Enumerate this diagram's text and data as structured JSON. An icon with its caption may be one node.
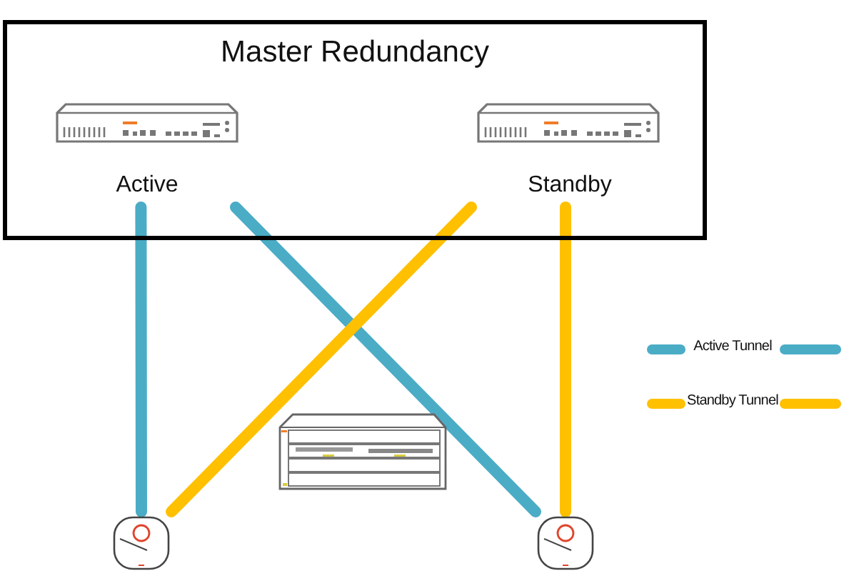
{
  "diagram": {
    "nodes": [
      {
        "text": [
          "Master Redundancy"
        ]
      },
      {
        "text": [],
        "shape": "picture",
        "in": 0,
        "beside": [
          "Active"
        ]
      },
      {
        "text": [],
        "shape": "picture",
        "in": 0,
        "beside": [
          "Standby"
        ]
      },
      {
        "text": [],
        "shape": "picture"
      },
      {
        "text": [],
        "shape": "picture"
      }
    ],
    "edges": [
      {
        "from": 1,
        "to": 3,
        "arrow": "none",
        "color": "#4bacc6"
      },
      {
        "from": 1,
        "to": 4,
        "arrow": "none",
        "color": "#4bacc6"
      },
      {
        "from": 2,
        "to": 3,
        "arrow": "none",
        "color": "#ffc000"
      },
      {
        "from": 2,
        "to": 4,
        "arrow": "none",
        "color": "#ffc000"
      }
    ],
    "legend": [
      {
        "text": "Active Tunnel",
        "color": "#4bacc6"
      },
      {
        "text": "Standby Tunnel",
        "color": "#ffc000"
      }
    ]
  }
}
